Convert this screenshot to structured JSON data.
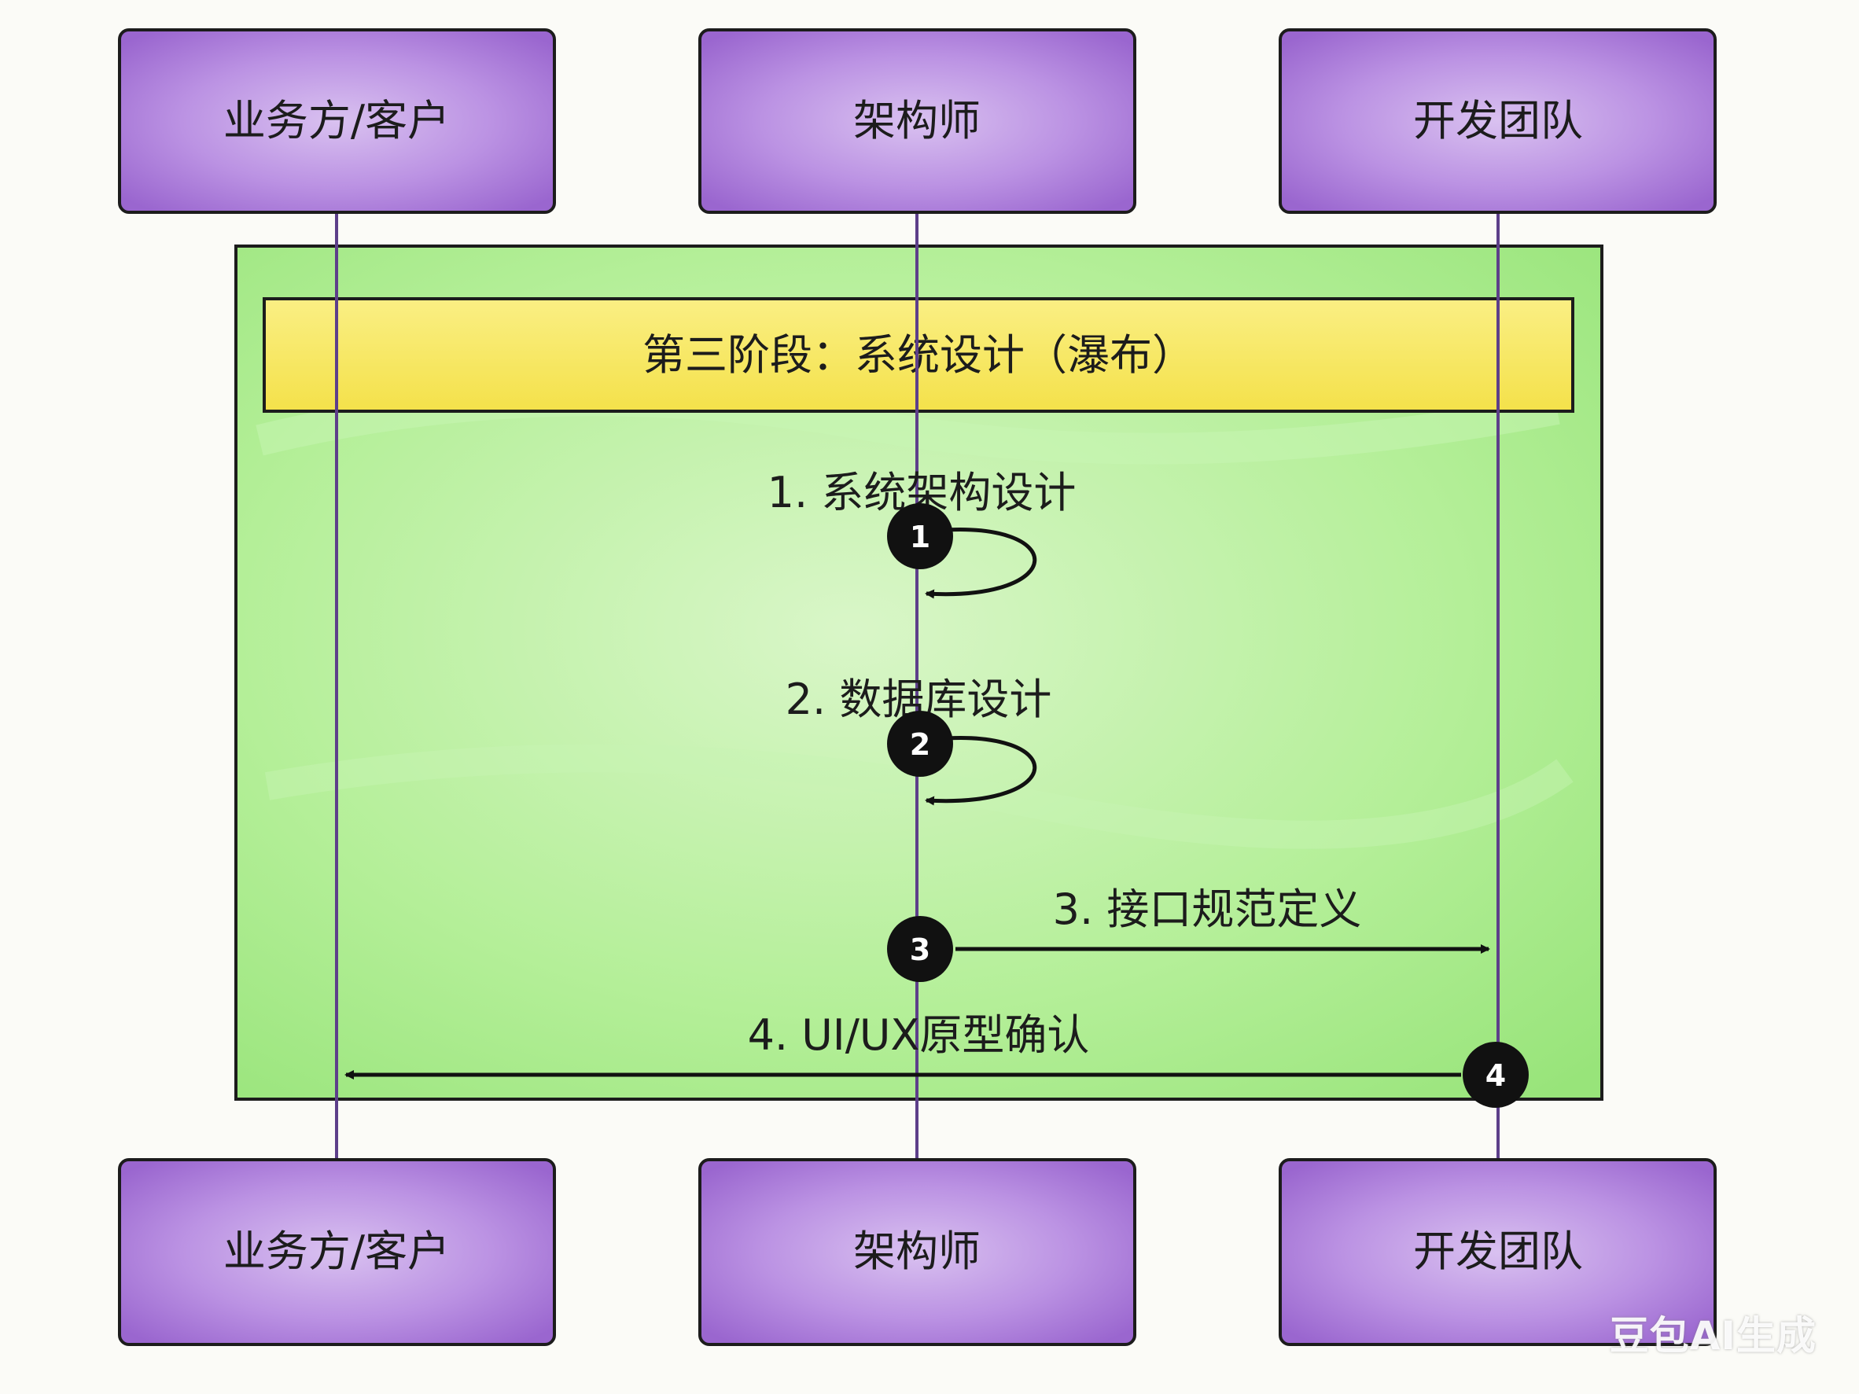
{
  "actors_top": [
    {
      "label": "业务方/客户"
    },
    {
      "label": "架构师"
    },
    {
      "label": "开发团队"
    }
  ],
  "actors_bottom": [
    {
      "label": "业务方/客户"
    },
    {
      "label": "架构师"
    },
    {
      "label": "开发团队"
    }
  ],
  "frame": {
    "title": "第三阶段：系统设计（瀑布）",
    "fill_color": "#a8ec8c",
    "title_color": "#f8ea6a"
  },
  "messages": [
    {
      "badge": "1",
      "label": "1. 系统架构设计",
      "from": "架构师",
      "to": "架构师"
    },
    {
      "badge": "2",
      "label": "2. 数据库设计",
      "from": "架构师",
      "to": "架构师"
    },
    {
      "badge": "3",
      "label": "3. 接口规范定义",
      "from": "架构师",
      "to": "开发团队"
    },
    {
      "badge": "4",
      "label": "4. UI/UX原型确认",
      "from": "开发团队",
      "to": "业务方/客户"
    }
  ],
  "colors": {
    "actor_fill": "#a779d6",
    "lifeline": "#5d3f8a",
    "badge": "#111111"
  },
  "watermark": "豆包AI生成"
}
